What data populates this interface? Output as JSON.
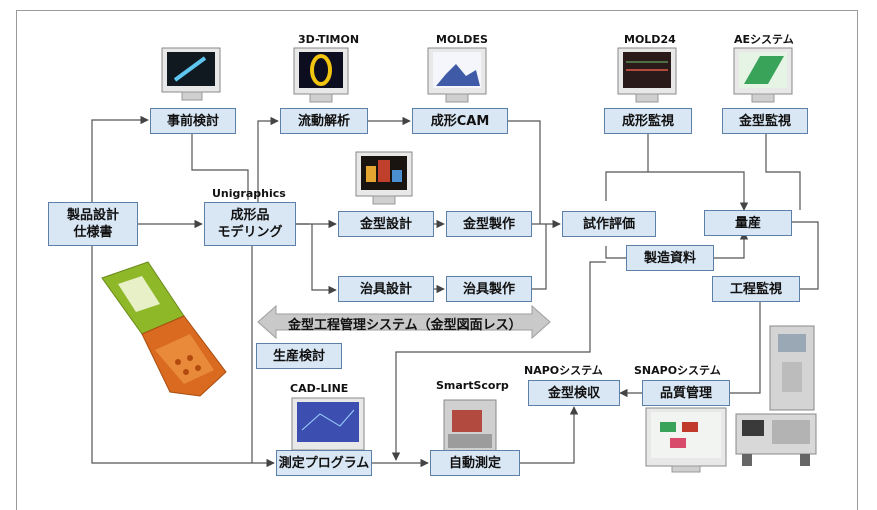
{
  "processes": {
    "product_design": [
      "製品設計",
      "仕様書"
    ],
    "preliminary_review": "事前検討",
    "flow_analysis": "流動解析",
    "molding_cam": "成形CAM",
    "molding_monitor": "成形監視",
    "mold_monitor": "金型監視",
    "molded_part_modeling": [
      "成形品",
      "モデリング"
    ],
    "mold_design": "金型設計",
    "mold_making": "金型製作",
    "trial_evaluation": "試作評価",
    "mass_production": "量産",
    "manufacturing_docs": "製造資料",
    "jig_design": "治具設計",
    "jig_making": "治具製作",
    "process_monitor": "工程監視",
    "production_review": "生産検討",
    "measurement_program": "測定プログラム",
    "auto_measurement": "自動測定",
    "mold_inspection": "金型検収",
    "quality_control": "品質管理"
  },
  "systems": {
    "timon": "3D-TIMON",
    "moldes": "MOLDES",
    "mold24": "MOLD24",
    "ae": "AEシステム",
    "unigraphics": "Unigraphics",
    "cadline": "CAD-LINE",
    "smartscorp": "SmartScorp",
    "napo": "NAPOシステム",
    "snapo": "SNAPOシステム"
  },
  "band_label": "金型工程管理システム（金型図面レス）",
  "colors": {
    "box_fill": "#d9e6f4",
    "box_border": "#5e7fa8",
    "arrow": "#444444",
    "band": "#c9c9c9"
  }
}
